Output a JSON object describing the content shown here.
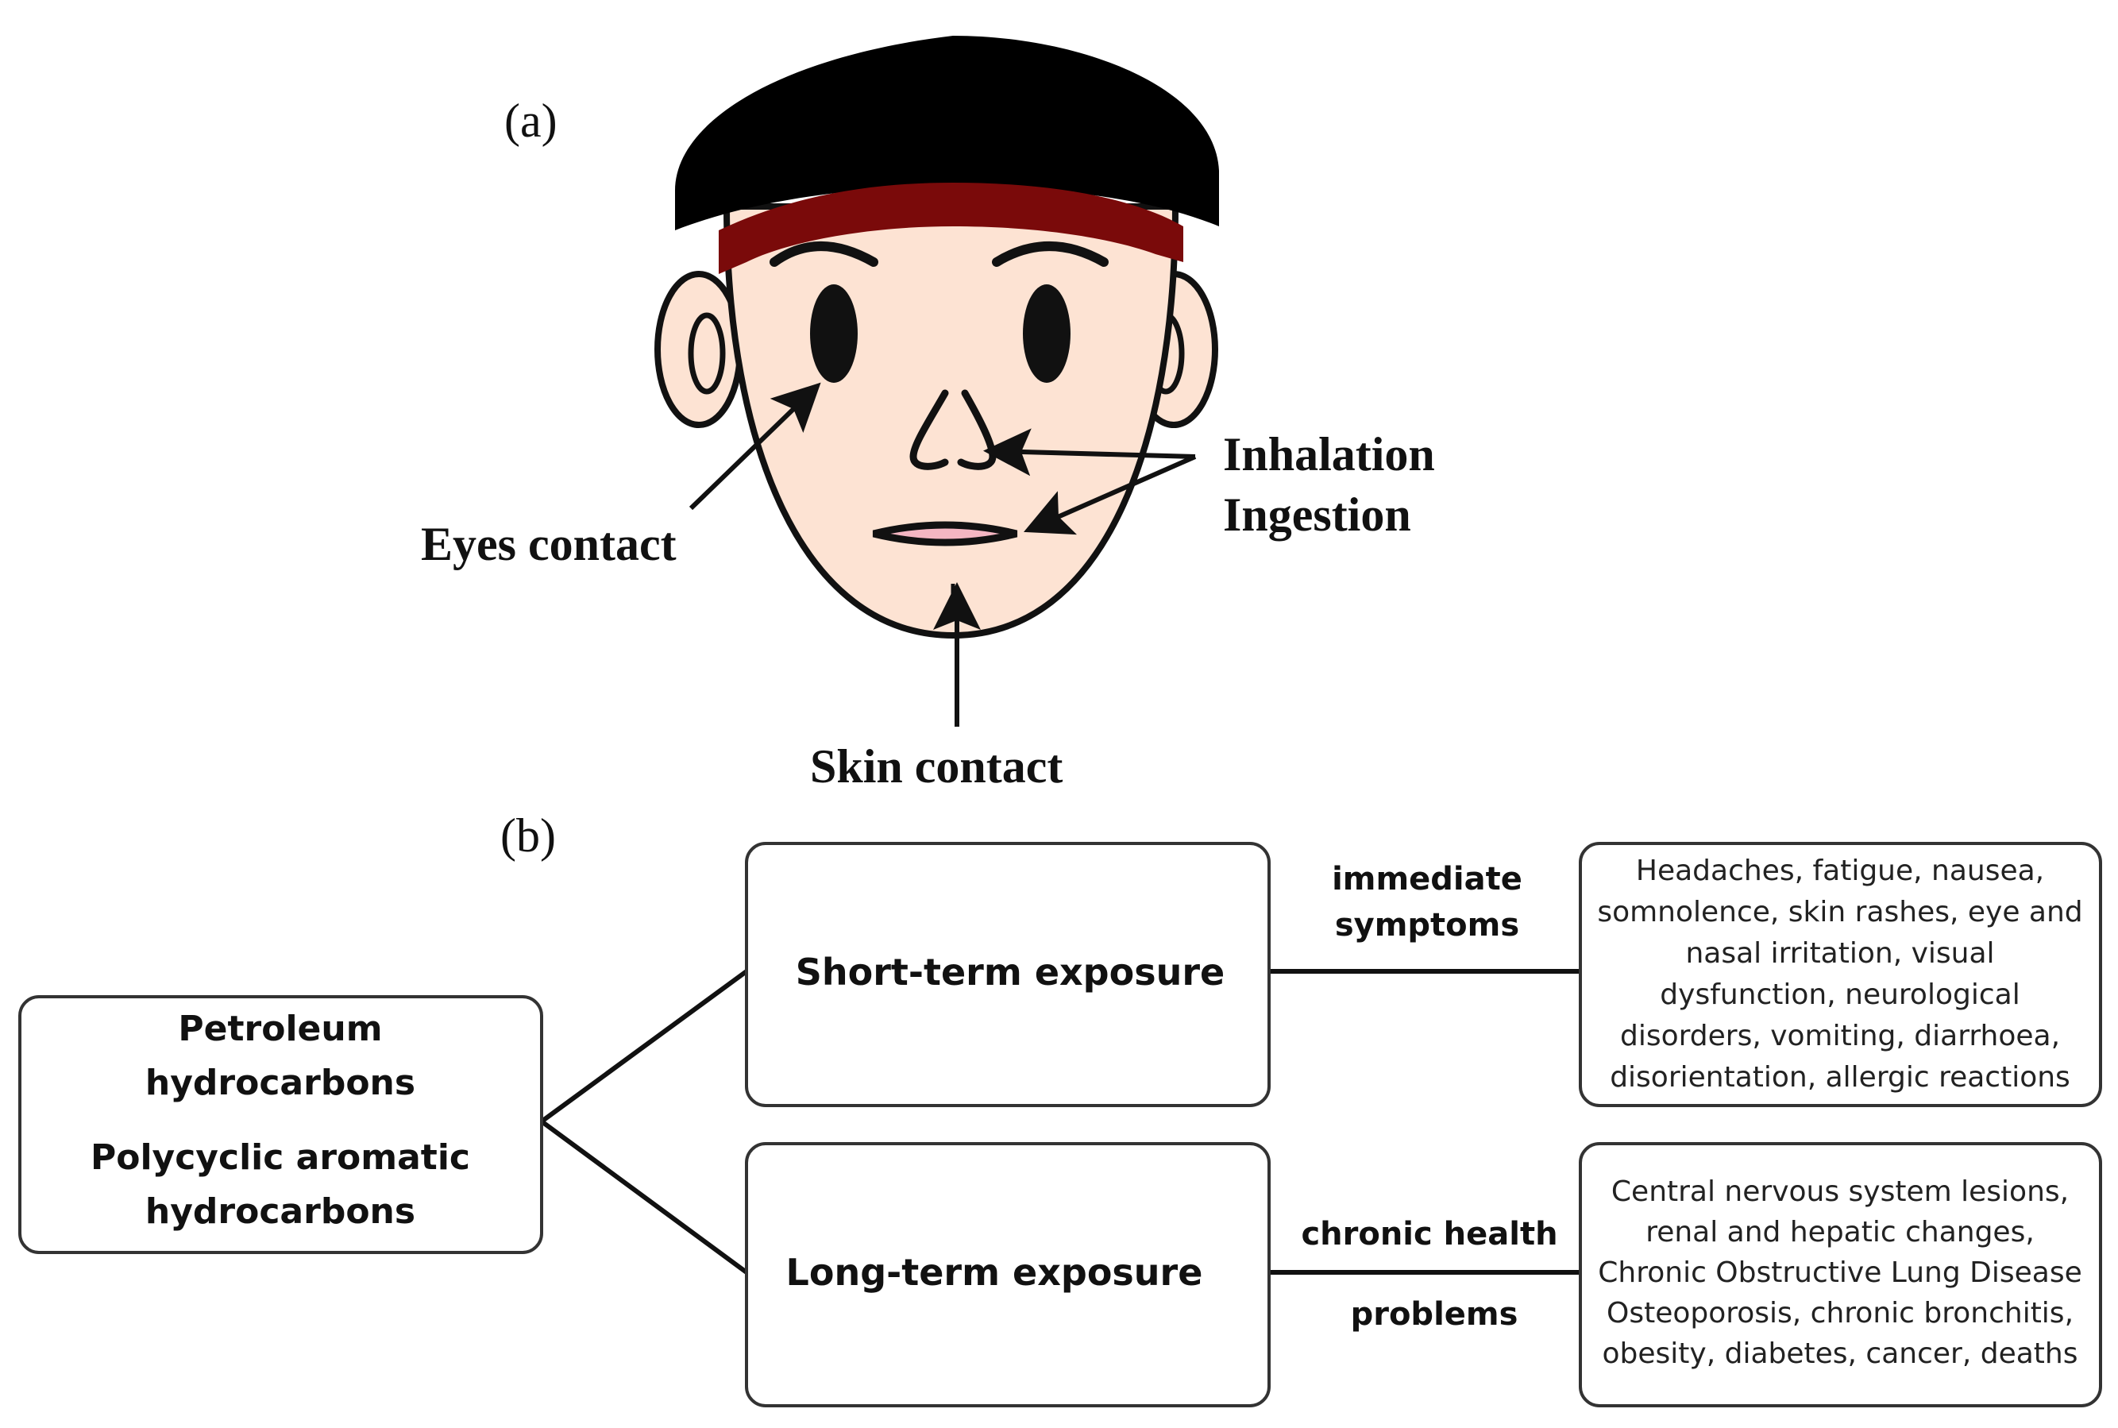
{
  "panel_a": {
    "label": "(a)",
    "routes": {
      "eyes": "Eyes contact",
      "inhalation": "Inhalation",
      "ingestion": "Ingestion",
      "skin": "Skin contact"
    },
    "colors": {
      "hair": "#000000",
      "headband": "#7a0a0a",
      "skin": "#fde3d3",
      "lips": "#f4b6c2"
    }
  },
  "panel_b": {
    "label": "(b)",
    "source": {
      "line1": "Petroleum",
      "line2": "hydrocarbons",
      "line3": "Polycyclic aromatic",
      "line4": "hydrocarbons"
    },
    "short_term": {
      "title": "Short-term exposure",
      "connector_line1": "immediate",
      "connector_line2": "symptoms",
      "effects": [
        "Headaches, fatigue, nausea,",
        "somnolence, skin rashes, eye and",
        "nasal irritation, visual",
        "dysfunction, neurological",
        "disorders, vomiting, diarrhoea,",
        "disorientation, allergic reactions"
      ]
    },
    "long_term": {
      "title": "Long-term exposure",
      "connector_line1": "chronic health",
      "connector_line2": "problems",
      "effects": [
        "Central nervous system lesions,",
        "renal and hepatic changes,",
        "Chronic Obstructive Lung Disease",
        "Osteoporosis, chronic bronchitis,",
        "obesity, diabetes, cancer, deaths"
      ]
    }
  }
}
